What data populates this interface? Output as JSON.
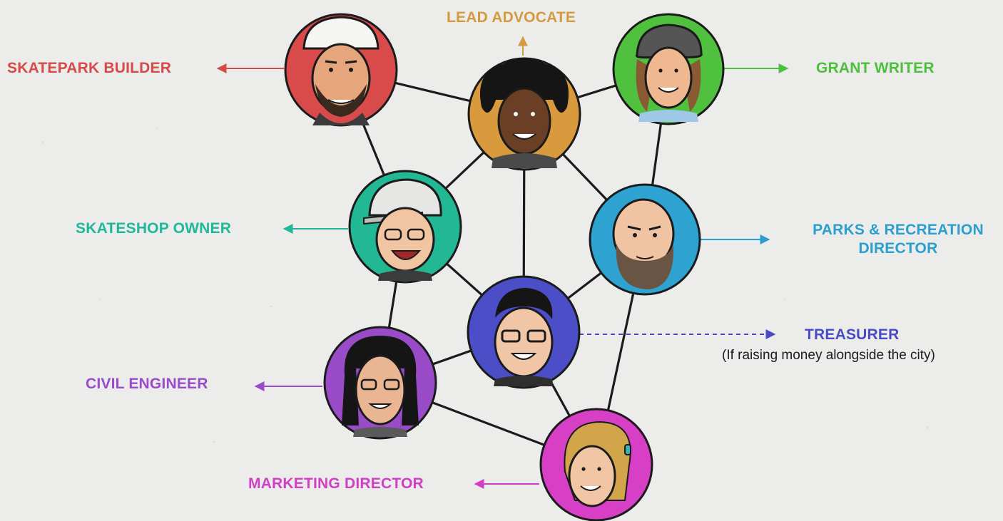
{
  "roles": [
    {
      "id": "skatepark-builder",
      "label": "SKATEPARK BUILDER",
      "color": "#d64a4a",
      "portrait": "bearded-man-helmet",
      "bg": "#d94b4b"
    },
    {
      "id": "lead-advocate",
      "label": "LEAD ADVOCATE",
      "color": "#d39a3f",
      "portrait": "afro-person",
      "bg": "#d89a3c"
    },
    {
      "id": "grant-writer",
      "label": "GRANT WRITER",
      "color": "#4cbf3c",
      "portrait": "flat-cap-person",
      "bg": "#4fc13f"
    },
    {
      "id": "skateshop-owner",
      "label": "SKATESHOP OWNER",
      "color": "#1fb89a",
      "portrait": "trucker-cap-man",
      "bg": "#22b894"
    },
    {
      "id": "parks-recreation-director",
      "label_lines": [
        "PARKS & RECREATION",
        "DIRECTOR"
      ],
      "color": "#2a9fcf",
      "portrait": "bald-bearded-man",
      "bg": "#2ea3d1"
    },
    {
      "id": "treasurer",
      "label": "TREASURER",
      "note": "(If raising money alongside the city)",
      "color": "#4a4bc4",
      "portrait": "glasses-man",
      "bg": "#4b4ec7"
    },
    {
      "id": "civil-engineer",
      "label": "CIVIL ENGINEER",
      "color": "#9a4bc9",
      "portrait": "long-hair-glasses",
      "bg": "#9a4cc8"
    },
    {
      "id": "marketing-director",
      "label": "MARKETING DIRECTOR",
      "color": "#d03fc4",
      "portrait": "blonde-woman",
      "bg": "#d63fc6"
    }
  ]
}
